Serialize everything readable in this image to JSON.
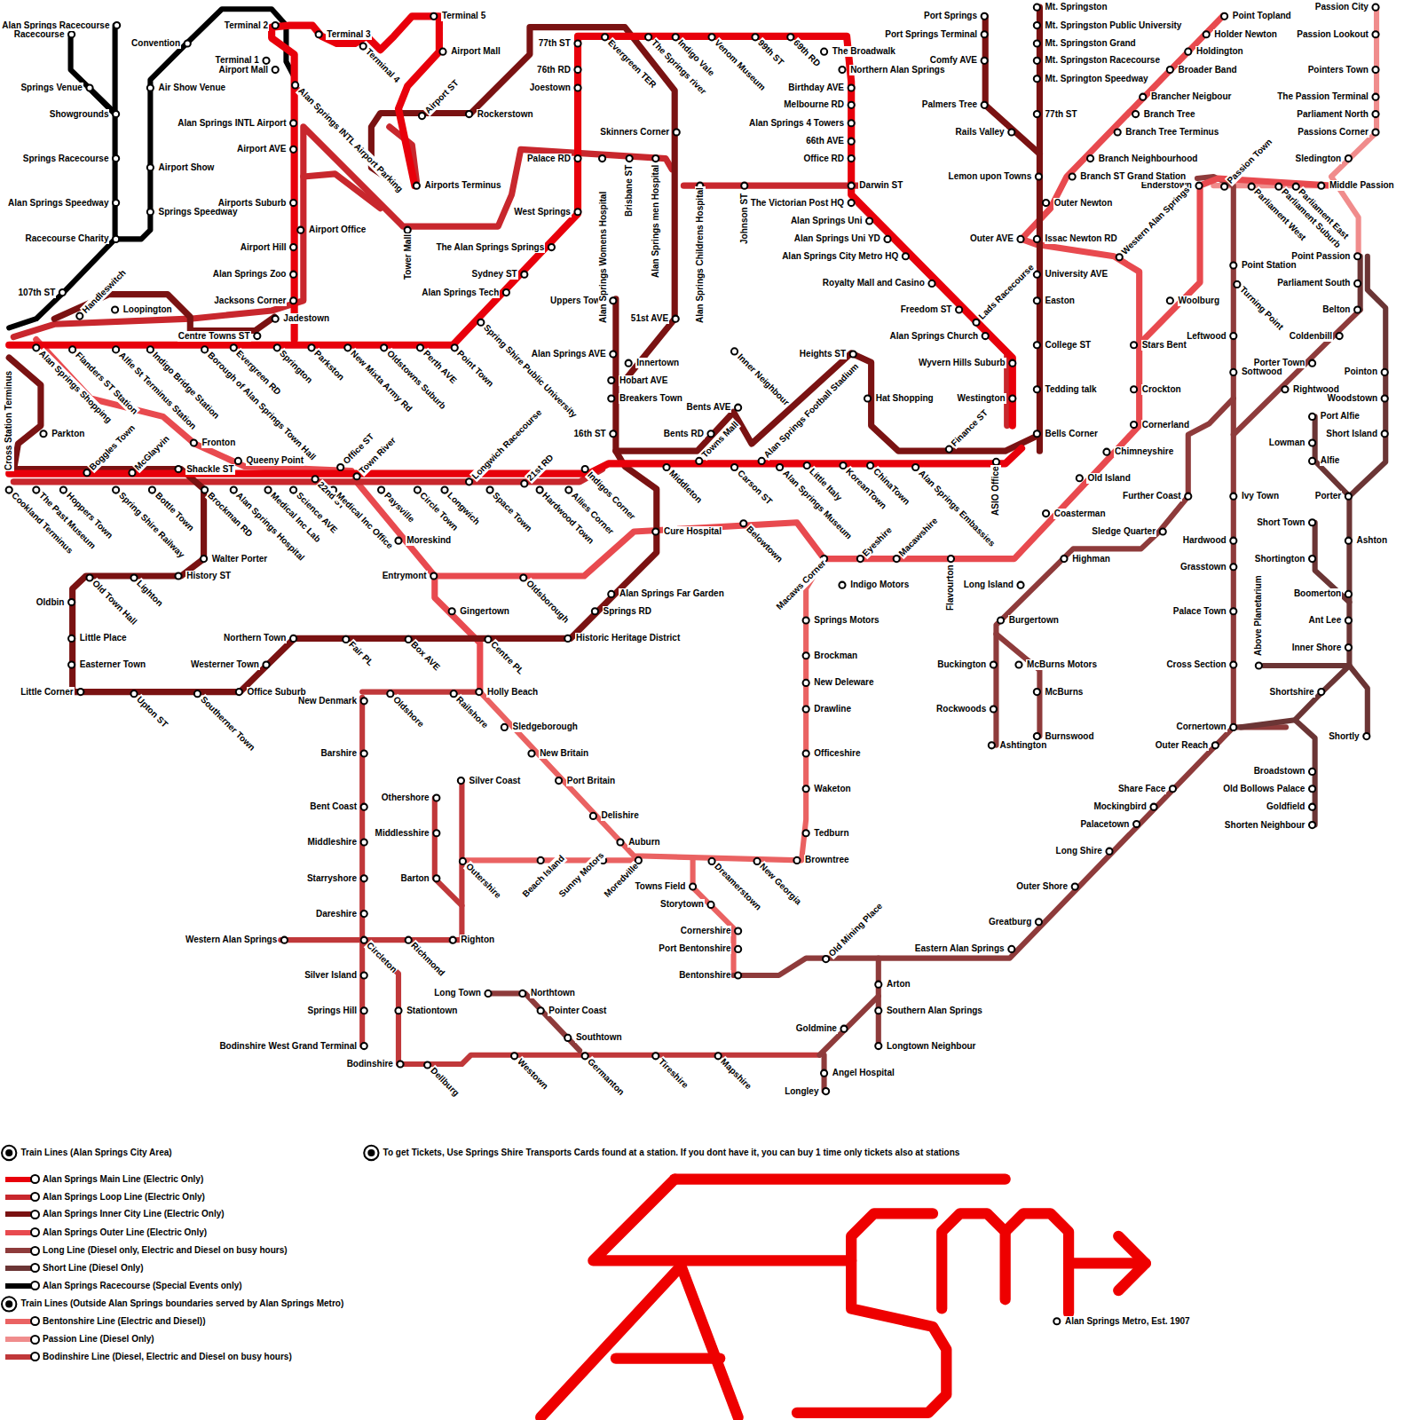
{
  "diagram": {
    "labels": [
      "Alan Springs Racecourse",
      "Racecourse",
      "Convention",
      "Springs Venue",
      "Showgrounds",
      "Air Show Venue",
      "Springs Racecourse",
      "Airport Show",
      "Alan Springs Speedway",
      "Springs Speedway",
      "Racecourse Charity",
      "107th ST",
      "Handleswitch",
      "Terminal 2",
      "Terminal 1",
      "Airport Mall",
      "Terminal 3",
      "Terminal 4",
      "Terminal 5",
      "Airport Mall",
      "Airport ST",
      "Rockerstown",
      "Airports Terminus",
      "Alan Springs INTL Airport Parking",
      "Alan Springs INTL Airport",
      "Airport AVE",
      "Airports Suburb",
      "Airport Office",
      "Airport Hill",
      "Alan Springs Zoo",
      "Jacksons Corner",
      "Jadestown",
      "Tower Mall",
      "Loopington",
      "Centre Towns ST",
      "Cross Station Terminus",
      "Alan Springs Shopping",
      "Flanders ST Station",
      "Alfie St Terminus Station",
      "Indigo Bridge Station",
      "Borough of Alan Springs Town Hall",
      "Evergreen RD",
      "Springton",
      "Parkston",
      "New Mixta Army Rd",
      "Oldstowns Suburb",
      "Perth AVE",
      "Point Town",
      "Spring Shire Public University",
      "Alan Springs Tech",
      "Sydney ST",
      "The Alan Springs Springs",
      "West Springs",
      "Palace RD",
      "Skinners Corner",
      "Joestown",
      "76th RD",
      "77th ST",
      "Evergreen TER",
      "The Springs river",
      "Indigo Vale",
      "Venom Museum",
      "99th ST",
      "69th RD",
      "The Broadwalk",
      "Northern Alan Springs",
      "Birthday AVE",
      "Melbourne RD",
      "Alan Springs 4 Towers",
      "66th AVE",
      "Office RD",
      "Darwin ST",
      "The Victorian Post HQ",
      "Alan Springs Uni",
      "Alan Springs Uni YD",
      "Alan Springs City Metro HQ",
      "Royalty Mall and Casino",
      "Freedom ST",
      "Lads Racecourse",
      "Alan Springs Church",
      "Wyvern Hills Suburb",
      "Westington",
      "Finance ST",
      "ASIO Office",
      "Alan Springs Embassies",
      "ChinaTown",
      "KoreanTown",
      "Little Italy",
      "Alan Springs Museum",
      "Carson ST",
      "Middleton",
      "Towns Mall",
      "Alan Springs Football Stadium",
      "Inner Neighbour",
      "Heights ST",
      "Hat Shopping",
      "Bents AVE",
      "Bents RD",
      "16th ST",
      "Breakers Town",
      "Hobart AVE",
      "Innertown",
      "Alan Springs AVE",
      "Uppers Town",
      "51st AVE",
      "Alan Springs Womens Hospital",
      "Brisbane ST",
      "Alan Springs men Hospital",
      "Alan Springs Childrens Hospital",
      "Johnson ST",
      "Fronton",
      "Queeny Point",
      "Office ST",
      "Town River",
      "Shackle ST",
      "McGlayvin",
      "Boggles Town",
      "Parkton",
      "Cookland Terminus",
      "The Past Museum",
      "Hoppers Town",
      "Spring Shire Railway",
      "Bottle Town",
      "Brockman RD",
      "Alan Springs Hospital",
      "Medical Inc Lab",
      "Science AVE",
      "22nd ST",
      "Medical Inc Office",
      "Paysville",
      "Circle Town",
      "Longwich",
      "Longwich Racecourse",
      "Space Town",
      "21st RD",
      "Hardwood Town",
      "Indigos Corner",
      "Allies Corner",
      "Walter Porter",
      "History ST",
      "Lighton",
      "Old Town Hall",
      "Oldbin",
      "Little Place",
      "Easterner Town",
      "Little Corner",
      "Upton ST",
      "Southerner Town",
      "Office Suburb",
      "Westerner Town",
      "Northern Town",
      "Fair PL",
      "Box AVE",
      "Centre PL",
      "Historic Heritage District",
      "Springs RD",
      "Alan Springs Far Garden",
      "Cure Hospital",
      "Belowtown",
      "Moreskind",
      "Entrymont",
      "Oldsborough",
      "Gingertown",
      "Holly Beach",
      "Railshore",
      "Oldshore",
      "New Denmark",
      "Sledgeborough",
      "New Britain",
      "Port Britain",
      "Delishire",
      "Auburn",
      "Moredville",
      "Sunny Motors",
      "Beach Island",
      "Outershire",
      "Dreamerstown",
      "New Georgia",
      "Browntree",
      "Tedburn",
      "Waketon",
      "Officeshire",
      "Drawline",
      "New Deleware",
      "Brockman",
      "Springs Motors",
      "Indigo Motors",
      "Macaws Corner",
      "Eyeshire",
      "Macawshire",
      "Flavourton",
      "Towns Field",
      "Storytown",
      "Cornershire",
      "Port Bentonshire",
      "Bentonshire",
      "Silver Coast",
      "Othershore",
      "Middlesshire",
      "Barton",
      "Barshire",
      "Bent Coast",
      "Middleshire",
      "Starryshore",
      "Dareshire",
      "Western Alan Springs",
      "Circleton",
      "Richmond",
      "Righton",
      "Silver Island",
      "Springs Hill",
      "Stationtown",
      "Bodinshire West Grand Terminal",
      "Bodinshire",
      "Dellburg",
      "Long Town",
      "Northtown",
      "Pointer Coast",
      "Southtown",
      "Westown",
      "Germanton",
      "Tireshire",
      "Mapshire",
      "Goldmine",
      "Angel Hospital",
      "Longley",
      "Arton",
      "Southern Alan Springs",
      "Longtown Neighbour",
      "Old Mining Place",
      "Eastern Alan Springs",
      "Greatburg",
      "Outer Shore",
      "Long Shire",
      "Palacetown",
      "Mockingbird",
      "Share Face",
      "Outer Reach",
      "Cornertown",
      "Cross Section",
      "Palace Town",
      "Grasstown",
      "Hardwood",
      "Ivy Town",
      "Softwood",
      "Leftwood",
      "Turning Point",
      "Point Station",
      "Enderstown",
      "Passion Town",
      "Further Coast",
      "Sledge Quarter",
      "Highman",
      "Long Island",
      "Burgertown",
      "Buckington",
      "McBurns Motors",
      "McBurns",
      "Rockwoods",
      "Burnswood",
      "Ashtington",
      "Porter Town",
      "Rightwood",
      "Coldenbill",
      "Belton",
      "Pointon",
      "Woodstown",
      "Short Island",
      "Port Alfie",
      "Lowman",
      "Alfie",
      "Porter",
      "Ashton",
      "Short Town",
      "Shortington",
      "Boomerton",
      "Ant Lee",
      "Inner Shore",
      "Above Planetarium",
      "Shortshire",
      "Shortly",
      "Broadstown",
      "Old Bollows Palace",
      "Goldfield",
      "Shorten Neighbour",
      "Passion City",
      "Passion Lookout",
      "Pointers Town",
      "The Passion Terminal",
      "Parliament North",
      "Passions Corner",
      "Sledington",
      "Middle Passion",
      "Parliament West",
      "Parliament Suburb",
      "Parliament East",
      "Point Passion",
      "Parliament South",
      "Port Springs",
      "Port Springs Terminal",
      "Comfy AVE",
      "Palmers Tree",
      "Rails Valley",
      "Lemon upon Towns",
      "Outer AVE",
      "Mt. Springston",
      "Mt. Springston Public University",
      "Mt. Springston Grand",
      "Mt. Springston Racecourse",
      "Mt. Springton Speedway",
      "77th ST",
      "Outer Newton",
      "Issac Newton RD",
      "University AVE",
      "Easton",
      "College ST",
      "Tedding talk",
      "Bells Corner",
      "Point Topland",
      "Holder Newton",
      "Holdington",
      "Broader Band",
      "Brancher Neigbour",
      "Branch Tree",
      "Branch Tree Terminus",
      "Branch Neighbourhood",
      "Branch ST Grand Station",
      "Western Alan Springs",
      "Woolburg",
      "Stars Bent",
      "Crockton",
      "Cornerland",
      "Chimneyshire",
      "Old Island",
      "Coasterman",
      "Train Lines (Alan Springs City Area)",
      "To get Tickets, Use Springs Shire Transports Cards found at a station. If you dont have it, you can buy 1 time only tickets also at stations",
      "Train Lines (Outside Alan Springs boundaries served by Alan Springs Metro)",
      "Alan Springs Metro, Est. 1907"
    ],
    "legend": [
      {
        "text": "Alan Springs Main Line (Electric Only)",
        "color": "#e8000b"
      },
      {
        "text": "Alan Springs Loop Line (Electric Only)",
        "color": "#c8272d"
      },
      {
        "text": "Alan Springs Inner City Line (Electric Only)",
        "color": "#7a1212"
      },
      {
        "text": "Alan Springs Outer Line (Electric Only)",
        "color": "#e84a4f"
      },
      {
        "text": "Long Line (Diesel only, Electric and Diesel on busy hours)",
        "color": "#8e3b3b"
      },
      {
        "text": "Short Line (Diesel Only)",
        "color": "#6b3535"
      },
      {
        "text": "Alan Springs Racecourse (Special Events only)",
        "color": "#000000"
      },
      {
        "text": "Bentonshire Line (Electric and Diesel))",
        "color": "#ea6262"
      },
      {
        "text": "Passion Line (Diesel Only)",
        "color": "#f08c8c"
      },
      {
        "text": "Bodinshire Line (Diesel, Electric and Diesel on busy hours)",
        "color": "#c0383a"
      }
    ]
  }
}
